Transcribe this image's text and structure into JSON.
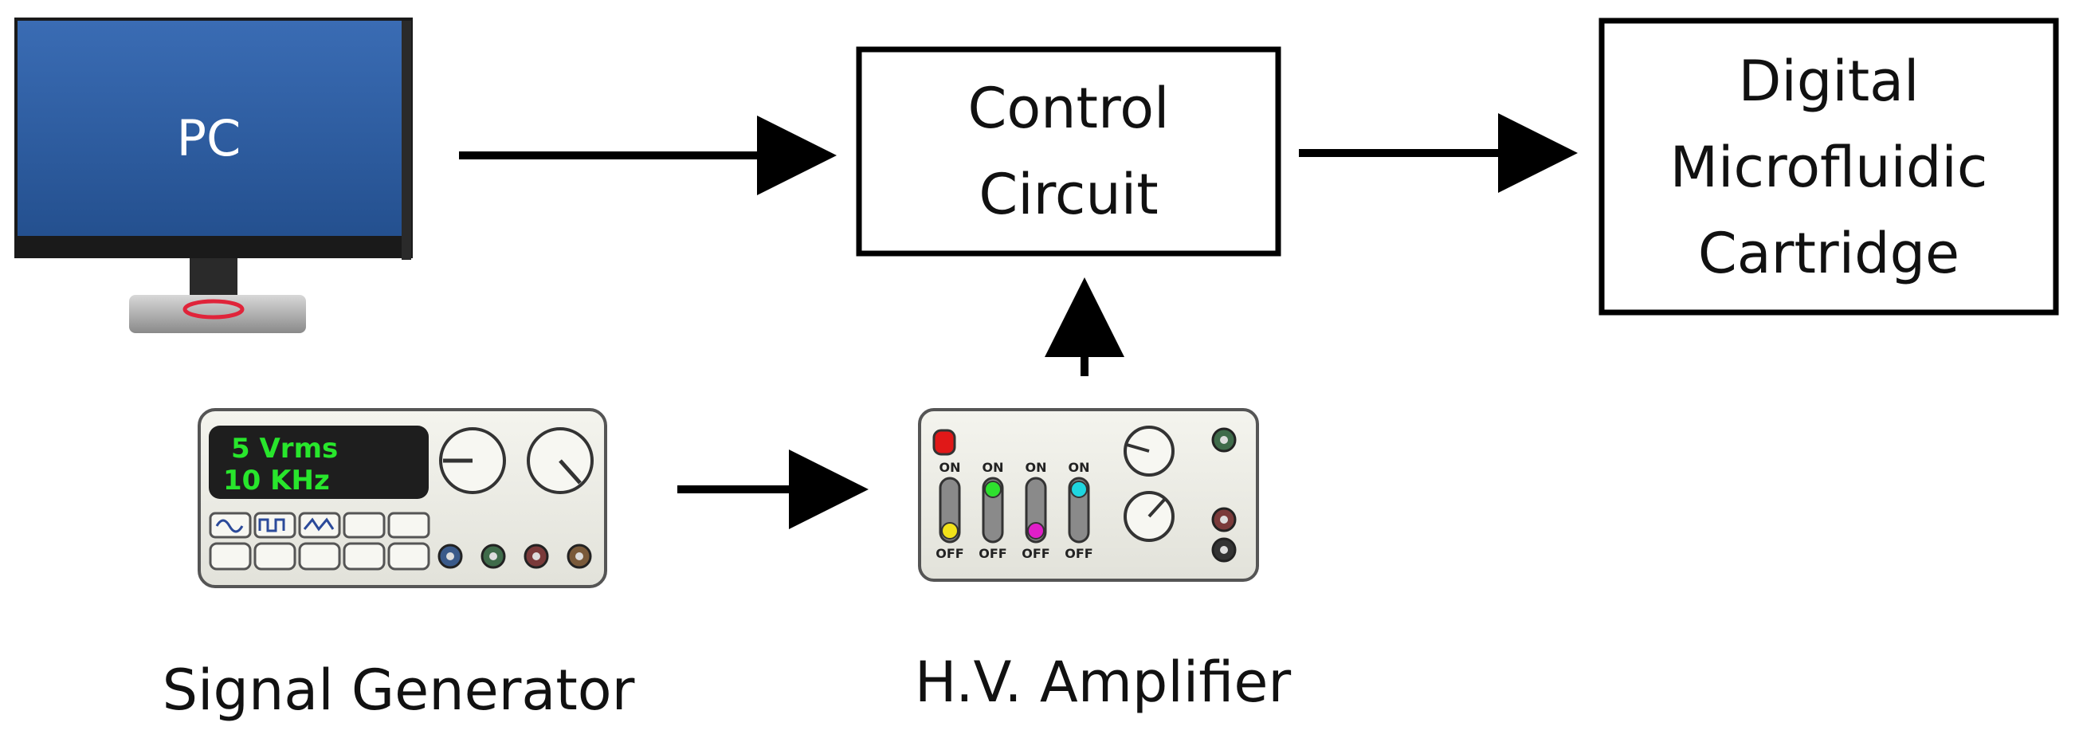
{
  "nodes": {
    "pc": {
      "label": "PC"
    },
    "control_circuit": {
      "line1": "Control",
      "line2": "Circuit"
    },
    "cartridge": {
      "line1": "Digital",
      "line2": "Microfluidic",
      "line3": "Cartridge"
    },
    "signal_generator": {
      "label": "Signal Generator",
      "display_line1": "5 Vrms",
      "display_line2": "10 KHz"
    },
    "amplifier": {
      "label": "H.V. Amplifier",
      "switches": [
        {
          "on": "ON",
          "off": "OFF",
          "color": "#f2e21a",
          "state": "off"
        },
        {
          "on": "ON",
          "off": "OFF",
          "color": "#2ee02e",
          "state": "on"
        },
        {
          "on": "ON",
          "off": "OFF",
          "color": "#e01ec8",
          "state": "off"
        },
        {
          "on": "ON",
          "off": "OFF",
          "color": "#1ed6e0",
          "state": "on"
        }
      ]
    }
  },
  "colors": {
    "monitor_screen": "#2f62a8",
    "lcd_background": "#1e1e1e",
    "lcd_text": "#28e62c",
    "amplifier_indicator": "#e01818"
  }
}
